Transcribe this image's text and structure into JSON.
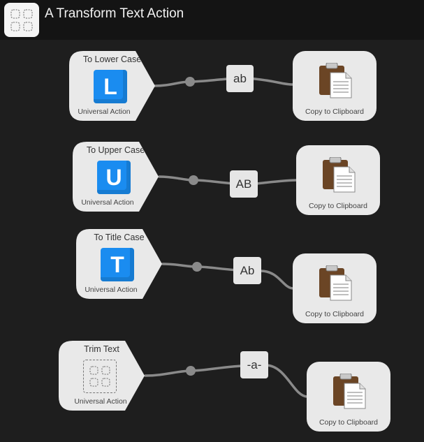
{
  "window": {
    "title": "A Transform Text Action",
    "icon": "grid-placeholder-icon"
  },
  "workflows": [
    {
      "input_title": "To Lower Case",
      "input_icon_letter": "L",
      "input_subtitle": "Universal Action",
      "connection_label": "ab",
      "output_title": "Copy to Clipboard"
    },
    {
      "input_title": "To Upper Case",
      "input_icon_letter": "U",
      "input_subtitle": "Universal Action",
      "connection_label": "AB",
      "output_title": "Copy to Clipboard"
    },
    {
      "input_title": "To Title Case",
      "input_icon_letter": "T",
      "input_subtitle": "Universal Action",
      "connection_label": "Ab",
      "output_title": "Copy to Clipboard"
    },
    {
      "input_title": "Trim Text",
      "input_icon_letter": "",
      "input_subtitle": "Universal Action",
      "connection_label": "-a-",
      "output_title": "Copy to Clipboard"
    }
  ],
  "colors": {
    "background": "#1e1e1e",
    "header": "#141414",
    "node": "#e9e9e9",
    "accent": "#1a8cf0",
    "wire": "#8a8a8a",
    "clipboard": "#6b4525"
  }
}
